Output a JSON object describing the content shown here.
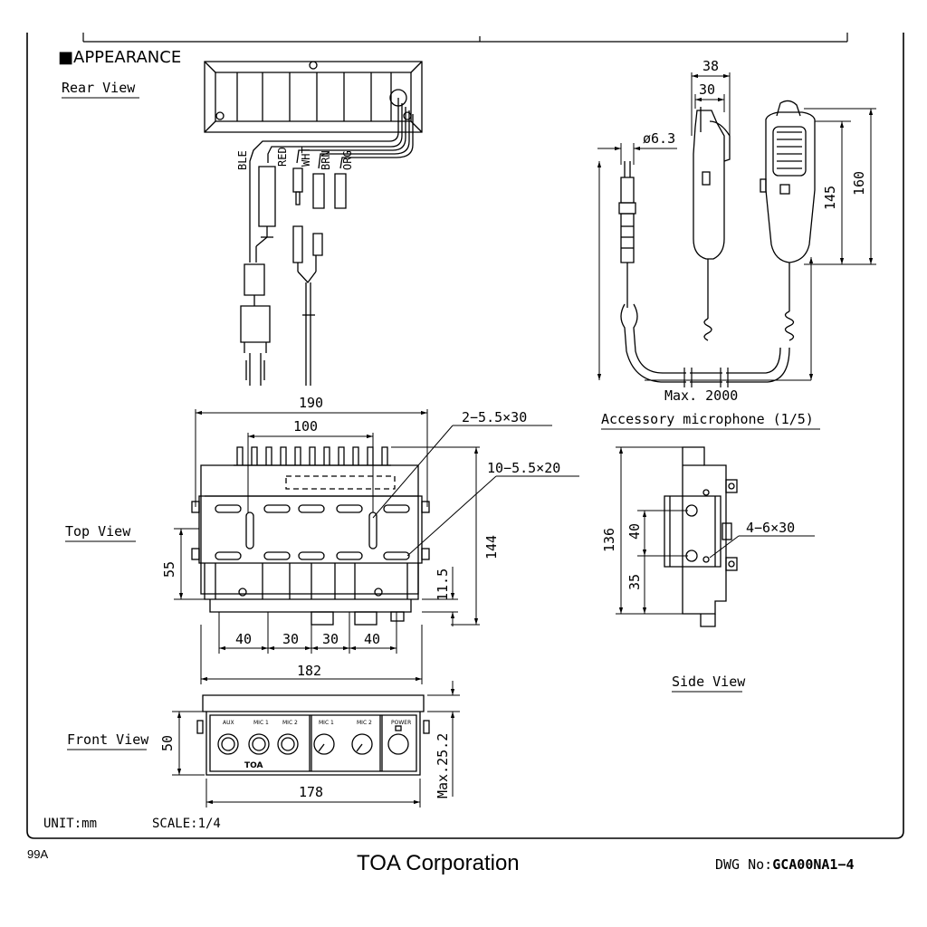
{
  "header": {
    "section_title": "■APPEARANCE"
  },
  "views": {
    "rear": "Rear View",
    "top": "Top View",
    "front": "Front View",
    "side": "Side View",
    "accessory": "Accessory microphone (1/5)"
  },
  "wire_labels": {
    "ble": "BLE",
    "red": "RED",
    "wht": "WHT",
    "brn": "BRN",
    "org": "ORG"
  },
  "dimensions": {
    "mic_width_outer": "38",
    "mic_width_inner": "30",
    "plug_diameter": "ø6.3",
    "mic_height_outer": "160",
    "mic_height_inner": "145",
    "cord_length": "Max. 2000",
    "top_width": "190",
    "top_inner": "100",
    "slot_a": "2−5.5×30",
    "slot_b": "10−5.5×20",
    "depth": "144",
    "hole_offset": "55",
    "front_offset": "11.5",
    "spacing_1": "40",
    "spacing_2": "30",
    "spacing_3": "30",
    "spacing_4": "40",
    "bottom_width": "182",
    "side_height": "136",
    "side_hole_spacing": "40",
    "side_hole_offset": "35",
    "side_screw": "4−6×30",
    "front_height": "50",
    "front_max": "Max.25.2",
    "front_width": "178"
  },
  "panel_labels": {
    "aux": "AUX",
    "mic1a": "MIC 1",
    "mic2a": "MIC 2",
    "mic1b": "MIC 1",
    "mic2b": "MIC 2",
    "power": "POWER",
    "brand": "TOA"
  },
  "notes": {
    "unit": "UNIT:mm",
    "scale": "SCALE:1/4"
  },
  "footer": {
    "code": "99A",
    "company": "TOA Corporation",
    "dwg_label": "DWG No:",
    "dwg_number": "GCA00NA1−4"
  }
}
